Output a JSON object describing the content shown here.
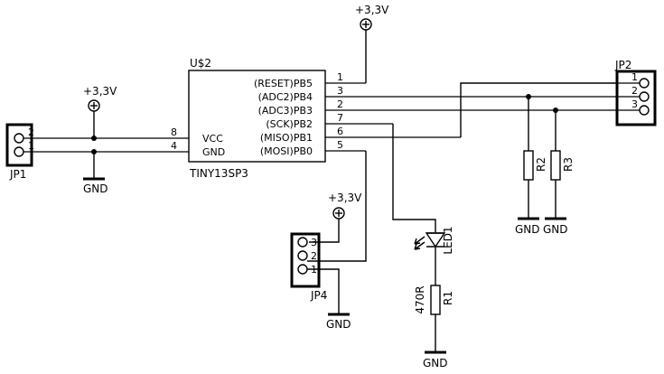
{
  "schematic": {
    "ic": {
      "name": "U$2",
      "value": "TINY13SP3",
      "pins_right": [
        {
          "signal": "(RESET)PB5",
          "number": "1"
        },
        {
          "signal": "(ADC2)PB4",
          "number": "3"
        },
        {
          "signal": "(ADC3)PB3",
          "number": "2"
        },
        {
          "signal": "(SCK)PB2",
          "number": "7"
        },
        {
          "signal": "(MISO)PB1",
          "number": "6"
        },
        {
          "signal": "(MOSI)PB0",
          "number": "5"
        }
      ],
      "pins_left": [
        {
          "signal": "VCC",
          "number": "8"
        },
        {
          "signal": "GND",
          "number": "4"
        }
      ]
    },
    "supplies": {
      "vcc_label": "+3,3V",
      "gnd_label": "GND"
    },
    "jp1": {
      "name": "JP1",
      "pins": [
        "2",
        "1"
      ]
    },
    "jp2": {
      "name": "JP2",
      "pins": [
        "1",
        "2",
        "3"
      ]
    },
    "jp4": {
      "name": "JP4",
      "pins": [
        "3",
        "2",
        "1"
      ]
    },
    "led1": {
      "name": "LED1"
    },
    "r1": {
      "name": "R1",
      "value": "470R"
    },
    "r2": {
      "name": "R2"
    },
    "r3": {
      "name": "R3"
    }
  }
}
